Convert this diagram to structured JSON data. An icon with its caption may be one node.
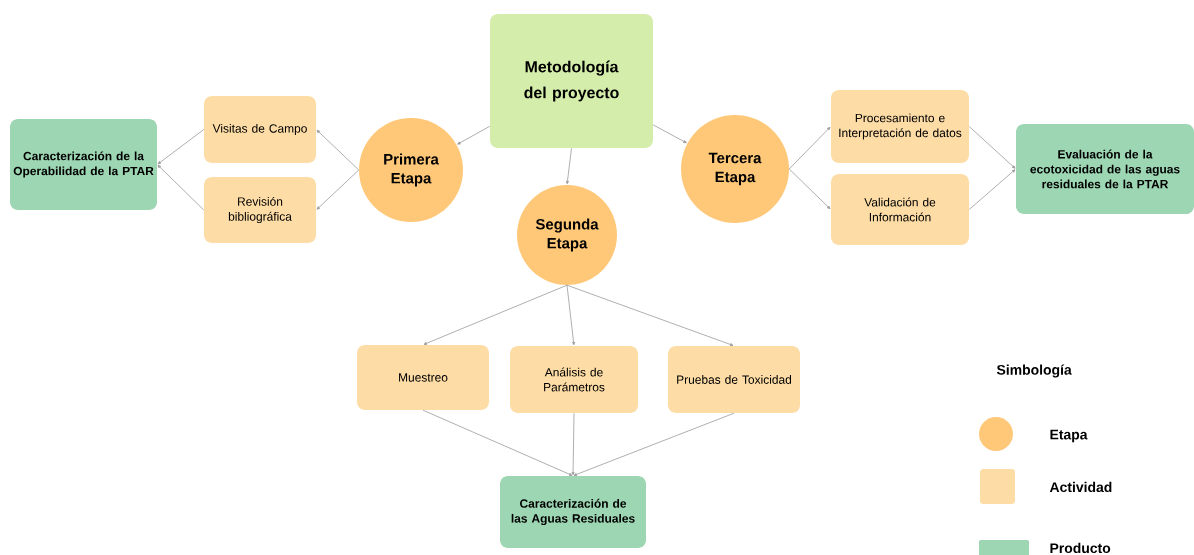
{
  "diagram": {
    "nodes": [
      {
        "text": [
          "Metodología del proyecto"
        ]
      },
      {
        "text": [
          "Primera Etapa"
        ]
      },
      {
        "text": [
          "Visitas de Campo"
        ]
      },
      {
        "text": [
          "Revisión bibliográfica"
        ]
      },
      {
        "text": [
          "Caracterización de la Operabilidad de la PTAR"
        ]
      },
      {
        "text": [
          "Segunda Etapa"
        ]
      },
      {
        "text": [
          "Muestreo"
        ]
      },
      {
        "text": [
          "Análisis de Parámetros"
        ]
      },
      {
        "text": [
          "Pruebas de Toxicidad"
        ]
      },
      {
        "text": [
          "Caracterización de las Aguas Residuales"
        ]
      },
      {
        "text": [
          "Tercera Etapa"
        ]
      },
      {
        "text": [
          "Procesamiento e Interpretación de datos"
        ]
      },
      {
        "text": [
          "Validación de Información"
        ]
      },
      {
        "text": [
          "Evaluación de la ecotoxicidad de las aguas residuales de la PTAR"
        ]
      }
    ],
    "edges": [
      {
        "from": 0,
        "to": 1,
        "arrow": "to"
      },
      {
        "from": 0,
        "to": 5,
        "arrow": "to"
      },
      {
        "from": 0,
        "to": 10,
        "arrow": "to"
      },
      {
        "from": 1,
        "to": 2,
        "arrow": "to"
      },
      {
        "from": 1,
        "to": 3,
        "arrow": "to"
      },
      {
        "from": 2,
        "to": 4,
        "arrow": "to"
      },
      {
        "from": 3,
        "to": 4,
        "arrow": "to"
      },
      {
        "from": 5,
        "to": 6,
        "arrow": "to"
      },
      {
        "from": 5,
        "to": 7,
        "arrow": "to"
      },
      {
        "from": 5,
        "to": 8,
        "arrow": "to"
      },
      {
        "from": 6,
        "to": 9,
        "arrow": "to"
      },
      {
        "from": 7,
        "to": 9,
        "arrow": "to"
      },
      {
        "from": 8,
        "to": 9,
        "arrow": "to"
      },
      {
        "from": 10,
        "to": 11,
        "arrow": "to"
      },
      {
        "from": 10,
        "to": 12,
        "arrow": "to"
      },
      {
        "from": 11,
        "to": 13,
        "arrow": "to"
      },
      {
        "from": 12,
        "to": 13,
        "arrow": "to"
      }
    ],
    "labels": [
      "Simbología"
    ],
    "legend": [
      {
        "text": "Etapa",
        "color": "#ffc878"
      },
      {
        "text": "Actividad",
        "color": "#fddca6"
      },
      {
        "text": "Producto",
        "color": "#9dd6b2"
      }
    ]
  }
}
